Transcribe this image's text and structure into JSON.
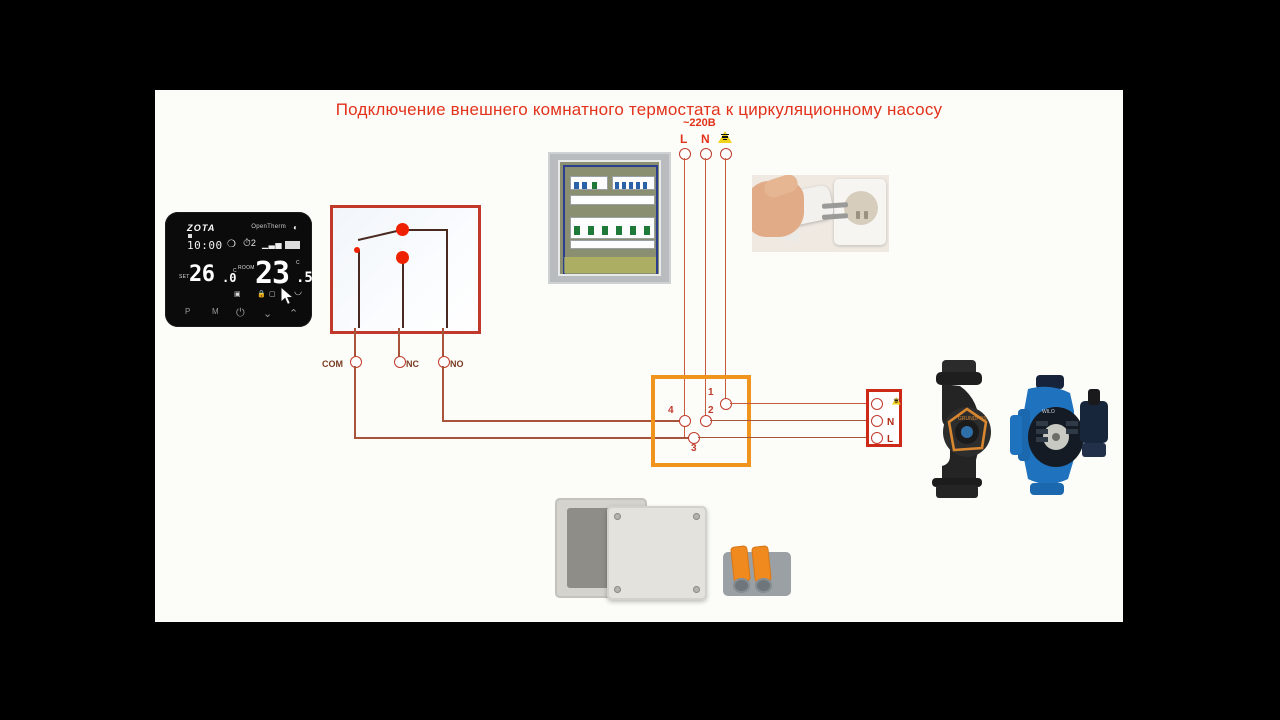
{
  "title": "Подключение внешнего комнатного термостата к циркуляционному насосу",
  "thermostat": {
    "name": "zota-room-thermostat",
    "brand": "ZOTA",
    "protocol": "OpenTherm",
    "time": "10:00",
    "set_label": "SET",
    "set_value": "26",
    "set_decimal": ".0",
    "set_unit": "C",
    "room_label": "ROOM",
    "room_value": "23",
    "room_decimal": ".5",
    "room_unit": "C",
    "buttons": [
      "P",
      "M",
      "⏻",
      "⌄",
      "⌃"
    ],
    "icons": {
      "wifi": "wifi-icon",
      "signal": "signal-bars-icon",
      "battery": "battery-icon",
      "fan": "fan-icon",
      "clock": "clock-icon",
      "clock_value": "2",
      "calendar": "calendar-icon",
      "lock": "lock-icon",
      "hand": "manual-mode-icon"
    }
  },
  "switch_block": {
    "name": "relay-contact-schematic",
    "terminals": [
      {
        "id": "com",
        "label": "COM"
      },
      {
        "id": "nc",
        "label": "NC"
      },
      {
        "id": "no",
        "label": "NO"
      }
    ]
  },
  "mains": {
    "voltage_label": "~220В",
    "terminals": [
      {
        "id": "l",
        "label": "L"
      },
      {
        "id": "n",
        "label": "N"
      },
      {
        "id": "pe",
        "label": "",
        "icon": "ground-warning-triangle-icon"
      }
    ]
  },
  "panel_photo": {
    "name": "electrical-distribution-panel-photo"
  },
  "plug_photo": {
    "name": "hand-with-power-plug-and-socket-photo"
  },
  "terminal_box": {
    "name": "pump-wiring-terminal-box",
    "terminals": [
      {
        "id": "t1",
        "label": "1"
      },
      {
        "id": "t2",
        "label": "2"
      },
      {
        "id": "t3",
        "label": "3"
      },
      {
        "id": "t4",
        "label": "4"
      }
    ]
  },
  "pump_terminal": {
    "name": "pump-connection-block",
    "terminals": [
      {
        "id": "pe",
        "label": "",
        "icon": "ground-warning-triangle-icon"
      },
      {
        "id": "n",
        "label": "N"
      },
      {
        "id": "l",
        "label": "L"
      }
    ]
  },
  "pumps": [
    {
      "name": "black-circulation-pump-photo",
      "label": "GRUNDFOS"
    },
    {
      "name": "blue-circulation-pump-photo",
      "label": "WILO"
    }
  ],
  "junction_box": {
    "name": "grey-junction-box-photo"
  },
  "wago_connector": {
    "name": "wago-lever-connector-photo"
  },
  "colors": {
    "accent_red": "#e2321b",
    "schematic_red": "#c0392b",
    "terminal_orange": "#f0941e",
    "wire_brown": "#a8543a",
    "ground_yellow": "#f2d11a",
    "background": "#fcfdf8",
    "letterbox": "#000000"
  }
}
